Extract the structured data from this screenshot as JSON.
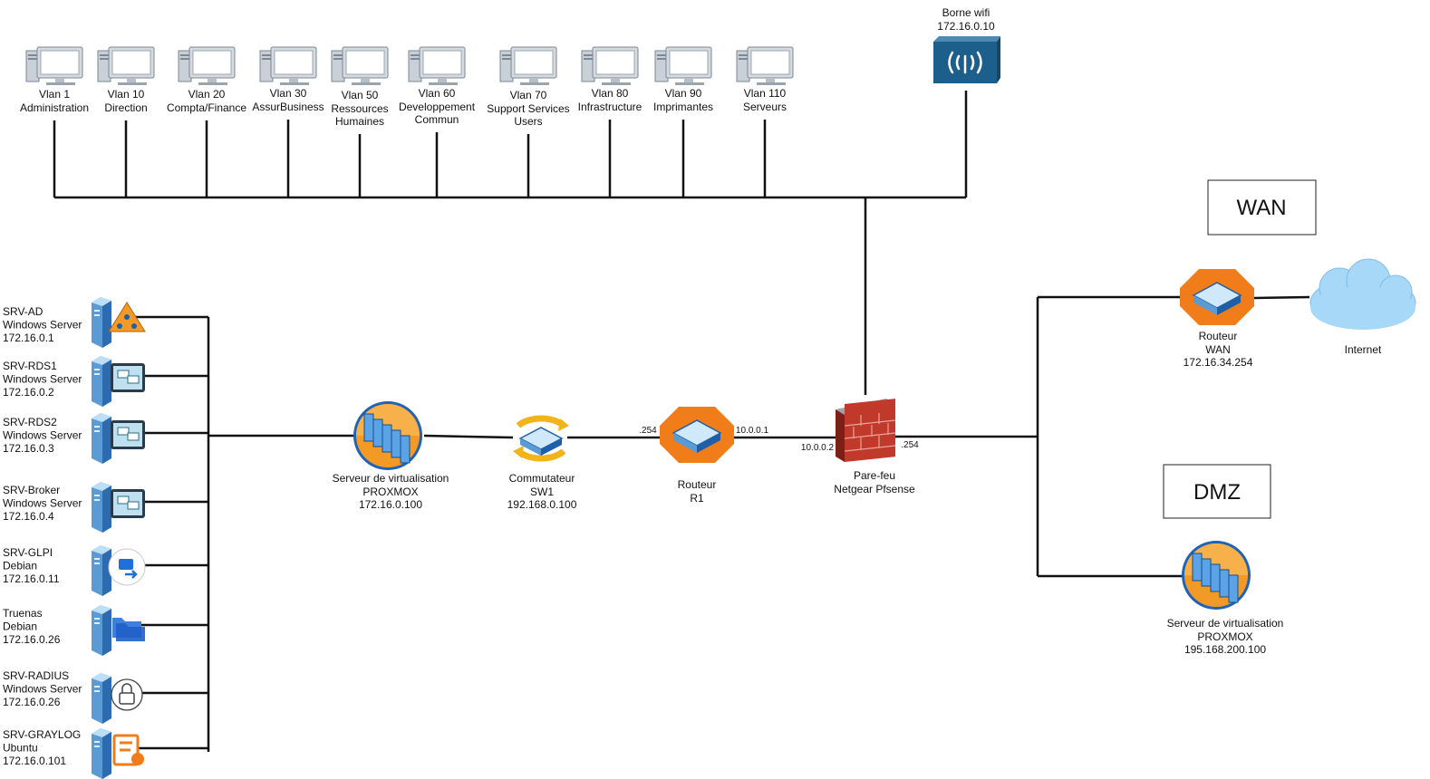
{
  "top_clients": [
    {
      "lines": [
        "Vlan 1",
        "Administration"
      ]
    },
    {
      "lines": [
        "Vlan 10",
        "Direction"
      ]
    },
    {
      "lines": [
        "Vlan 20",
        "Compta/Finance"
      ]
    },
    {
      "lines": [
        "Vlan 30",
        "AssurBusiness"
      ]
    },
    {
      "lines": [
        "Vlan 50",
        "Ressources",
        "Humaines"
      ]
    },
    {
      "lines": [
        "Vlan 60",
        "Developpement",
        "Commun"
      ]
    },
    {
      "lines": [
        "Vlan 70",
        "Support Services",
        "Users"
      ]
    },
    {
      "lines": [
        "Vlan 80",
        "Infrastructure"
      ]
    },
    {
      "lines": [
        "Vlan 90",
        "Imprimantes"
      ]
    },
    {
      "lines": [
        "Vlan 110",
        "Serveurs"
      ]
    }
  ],
  "wifi": {
    "lines": [
      "Borne wifi",
      "172.16.0.10"
    ],
    "icon": "wifi-access-point-icon"
  },
  "servers": [
    {
      "lines": [
        "SRV-AD",
        "Windows Server",
        "172.16.0.1"
      ],
      "badge": "active-directory"
    },
    {
      "lines": [
        "SRV-RDS1",
        "Windows Server",
        "172.16.0.2"
      ],
      "badge": "remote-desktop"
    },
    {
      "lines": [
        "SRV-RDS2",
        "Windows Server",
        "172.16.0.3"
      ],
      "badge": "remote-desktop"
    },
    {
      "lines": [
        "SRV-Broker",
        "Windows Server",
        "172.16.0.4"
      ],
      "badge": "remote-desktop"
    },
    {
      "lines": [
        "SRV-GLPI",
        "Debian",
        "172.16.0.11"
      ],
      "badge": "ticket"
    },
    {
      "lines": [
        "Truenas",
        "Debian",
        "172.16.0.26"
      ],
      "badge": "folders"
    },
    {
      "lines": [
        "SRV-RADIUS",
        "Windows Server",
        "172.16.0.26"
      ],
      "badge": "lock"
    },
    {
      "lines": [
        "SRV-GRAYLOG",
        "Ubuntu",
        "172.16.0.101"
      ],
      "badge": "log"
    }
  ],
  "proxmox_lan": {
    "lines": [
      "Serveur de virtualisation",
      "PROXMOX",
      "172.16.0.100"
    ]
  },
  "switch": {
    "lines": [
      "Commutateur",
      "SW1",
      "192.168.0.100"
    ]
  },
  "router_r1": {
    "lines": [
      "Routeur",
      "R1"
    ],
    "left_ip": ".254",
    "right_ip": "10.0.0.1"
  },
  "firewall": {
    "lines": [
      "Pare-feu",
      "Netgear Pfsense"
    ],
    "left_ip": "10.0.0.2",
    "right_ip": ".254"
  },
  "wan": {
    "box_label": "WAN",
    "router": {
      "lines": [
        "Routeur",
        "WAN",
        "172.16.34.254"
      ]
    },
    "cloud": {
      "label": "Internet"
    }
  },
  "dmz": {
    "box_label": "DMZ",
    "proxmox": {
      "lines": [
        "Serveur de virtualisation",
        "PROXMOX",
        "195.168.200.100"
      ]
    }
  },
  "colors": {
    "wire": "#111111",
    "orange": "#f07d1a",
    "blue": "#1f5fa8",
    "light_blue": "#9fd3f5",
    "wifi_blue": "#1d5f8c",
    "brick": "#c0392b"
  }
}
